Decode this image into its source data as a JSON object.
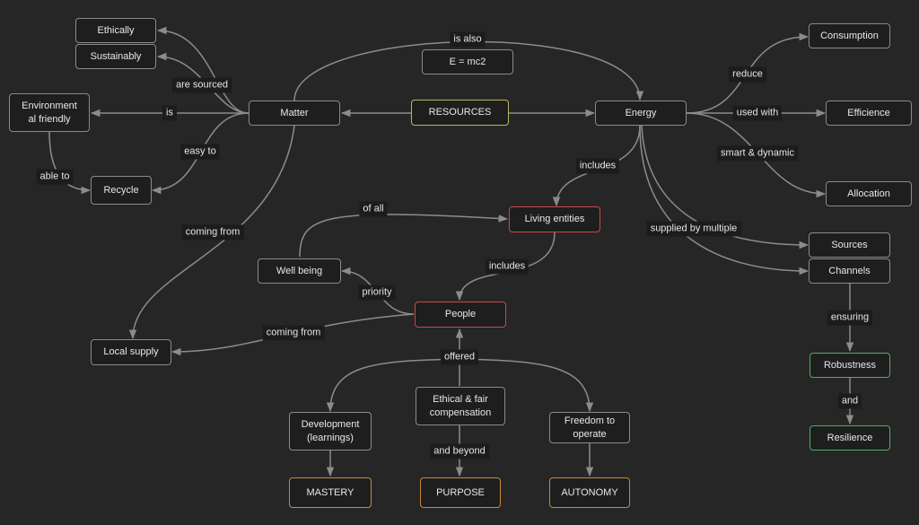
{
  "nodes": {
    "ethically": "Ethically",
    "sustainably": "Sustainably",
    "environment": "Environment\nal friendly",
    "recycle": "Recycle",
    "matter": "Matter",
    "resources": "RESOURCES",
    "emc2": "E = mc2",
    "energy": "Energy",
    "consumption": "Consumption",
    "efficience": "Efficience",
    "allocation": "Allocation",
    "sources": "Sources",
    "channels": "Channels",
    "robustness": "Robustness",
    "resilience": "Resilience",
    "living_entities": "Living entities",
    "well_being": "Well being",
    "people": "People",
    "local_supply": "Local supply",
    "development": "Development\n(learnings)",
    "ethical_fair": "Ethical & fair\ncompensation",
    "freedom": "Freedom to\noperate",
    "mastery": "MASTERY",
    "purpose": "PURPOSE",
    "autonomy": "AUTONOMY"
  },
  "edge_labels": {
    "is_also": "is also",
    "are_sourced": "are sourced",
    "is": "is",
    "easy_to": "easy to",
    "able_to": "able to",
    "coming_from_matter": "coming from",
    "reduce": "reduce",
    "used_with": "used with",
    "smart_dynamic": "smart & dynamic",
    "includes_energy": "includes",
    "supplied_by": "supplied by multiple",
    "ensuring": "ensuring",
    "and": "and",
    "of_all": "of all",
    "includes_living": "includes",
    "priority": "priority",
    "coming_from_people": "coming from",
    "offered": "offered",
    "and_beyond": "and beyond"
  },
  "colors": {
    "background": "#262626",
    "node_fill": "#1e1e1e",
    "node_border": "#8a8a8a",
    "edge": "#8c8c8c",
    "red_border": "#c9484a",
    "green_border": "#4fae5c",
    "olive_border": "#b8b85a",
    "orange_border": "#c9883a"
  }
}
